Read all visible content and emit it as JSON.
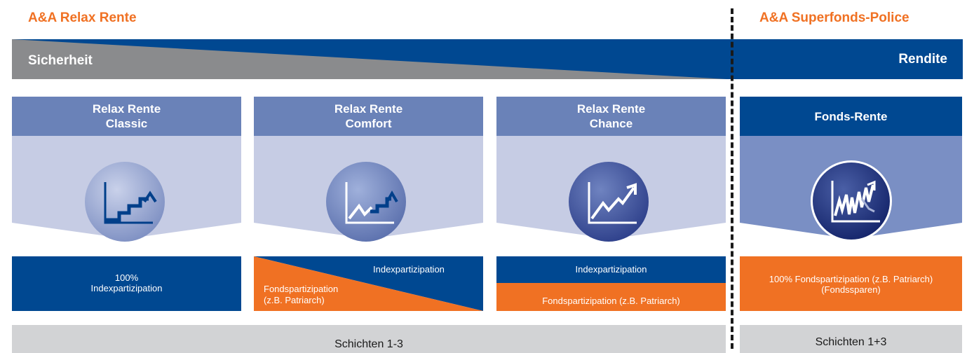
{
  "headers": {
    "left": "A&A Relax Rente",
    "right": "A&A Superfonds-Police"
  },
  "security_bar": {
    "left_label": "Sicherheit",
    "right_label": "Rendite"
  },
  "cards": [
    {
      "title_line1": "Relax Rente",
      "title_line2": "Classic",
      "icon": "stairs-chart-icon",
      "allocation": {
        "line1": "100%",
        "line2": "Indexpartizipation"
      }
    },
    {
      "title_line1": "Relax Rente",
      "title_line2": "Comfort",
      "icon": "zigzag-stairs-chart-icon",
      "allocation": {
        "index": "Indexpartizipation",
        "fonds_line1": "Fondspartizipation",
        "fonds_line2": "(z.B. Patriarch)"
      }
    },
    {
      "title_line1": "Relax Rente",
      "title_line2": "Chance",
      "icon": "rising-line-chart-icon",
      "allocation": {
        "index": "Indexpartizipation",
        "fonds": "Fondspartizipation (z.B. Patriarch)"
      }
    },
    {
      "title": "Fonds-Rente",
      "icon": "volatile-chart-icon",
      "allocation": {
        "line1": "100% Fondspartizipation (z.B. Patriarch)",
        "line2": "(Fondssparen)"
      }
    }
  ],
  "footers": {
    "left": "Schichten 1-3",
    "right": "Schichten 1+3"
  },
  "colors": {
    "orange": "#f07123",
    "navy": "#004891",
    "gray": "#8a8b8d",
    "card_header": "#6a82b8",
    "card_body": "#c6cce4",
    "fonds_body": "#7a8fc4",
    "footer": "#d2d3d5"
  }
}
